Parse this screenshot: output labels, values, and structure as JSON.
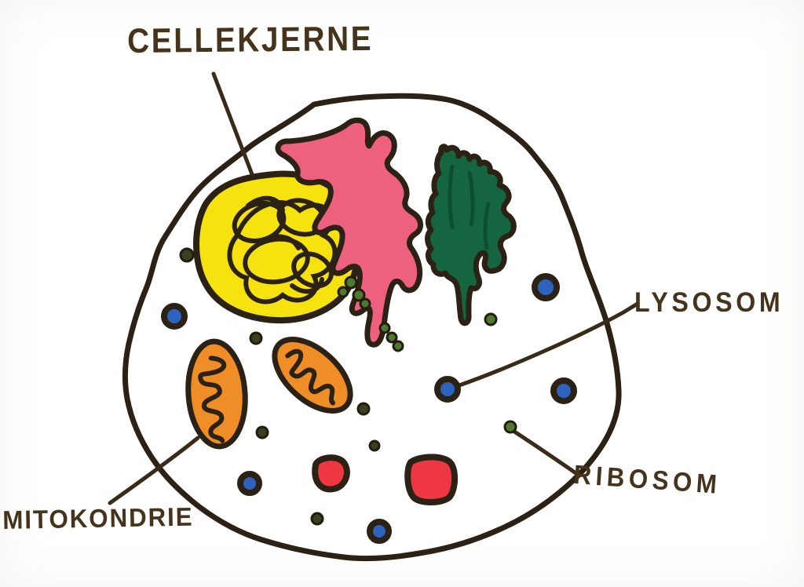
{
  "diagram": {
    "type": "hand-drawn animal cell diagram",
    "language": "Norwegian",
    "labels": {
      "cellekjerne": "CELLEKJERNE",
      "lysosom": "LYSOSOM",
      "ribosom": "RIBOSOM",
      "mitokondrie": "MITOKONDRIE"
    },
    "organelles": [
      {
        "name": "cellekjerne-nucleus",
        "fill": "#f6e20e",
        "count": 1
      },
      {
        "name": "endoplasmic-reticulum",
        "fill": "#ee6080",
        "count": 1
      },
      {
        "name": "golgi-apparatus",
        "fill": "#156640",
        "count": 1
      },
      {
        "name": "mitokondrie",
        "fill": "#ef8d27",
        "count": 2
      },
      {
        "name": "lysosom",
        "fill": "#2d63bd",
        "count": 6
      },
      {
        "name": "red-vesicle",
        "fill": "#ee3742",
        "count": 2
      },
      {
        "name": "ribosom",
        "fill": "#4c7a2e",
        "count": 14
      }
    ],
    "colors": {
      "ink": "#2b2114",
      "label_ink": "#45331b",
      "background": "#ffffff"
    }
  }
}
